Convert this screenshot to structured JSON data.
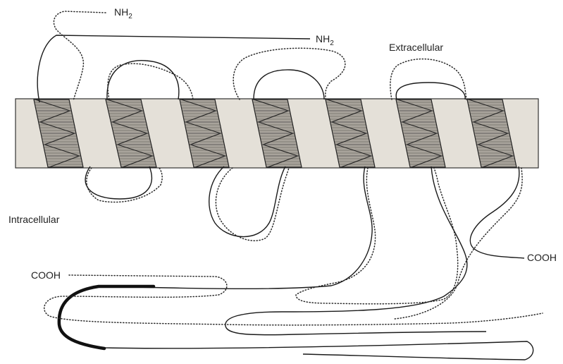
{
  "labels": {
    "nh2_dotted_prefix": "NH",
    "nh2_dotted_sub": "2",
    "nh2_solid_prefix": "NH",
    "nh2_solid_sub": "2",
    "extracellular": "Extracellular",
    "intracellular": "Intracellular",
    "cooh_solid": "COOH",
    "cooh_dotted": "COOH"
  },
  "colors": {
    "membrane_fill": "#e4e0d8",
    "helix_fill": "#9a958d",
    "line": "#1a1a1a"
  },
  "helix_count": 7
}
